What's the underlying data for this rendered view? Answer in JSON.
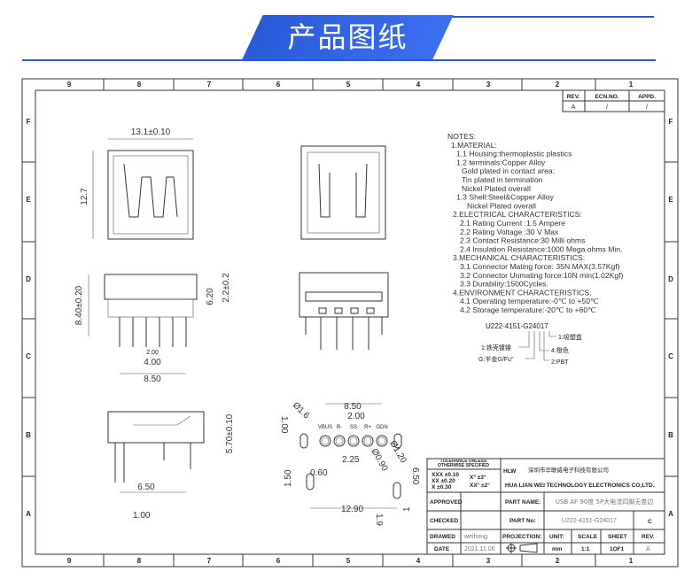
{
  "banner": {
    "title": "产品图纸",
    "accent": "#2a5bd7"
  },
  "grid": {
    "columns": [
      "9",
      "8",
      "7",
      "6",
      "5",
      "4",
      "3",
      "2",
      "1"
    ],
    "rows": [
      "F",
      "E",
      "D",
      "C",
      "B",
      "A"
    ]
  },
  "revision_table": {
    "headers": [
      "REV.",
      "ECN.NO.",
      "APPD."
    ],
    "row": [
      "A",
      "/",
      "/"
    ]
  },
  "notes": [
    "NOTES:",
    "1.MATERIAL:",
    "1.1 Housing:thermoplastic plastics",
    "1.2 terminals:Copper Alloy",
    "Gold plated in contact area:",
    "Tin plated in termination",
    "Nickel Plated overall",
    "1.3 Shell:Steel&Copper Alloy",
    "Nickel Plated overall",
    "2.ELECTRICAL CHARACTERISTICS:",
    "2.1 Rating Current :1.5 Ampere",
    "2.2 Rating Voltage :30 V Max",
    "2.3 Contact Resistance:30 Milli ohms",
    "2.4 Insulation Resistance:1000 Mega ohms Min.",
    "3.MECHANICAL CHARACTERISTICS:",
    "3.1 Connector Mating force: 35N MAX(3.57Kgf)",
    "3.2 Connector Unmating force:10N min(1.02Kgf)",
    "3.3 Durability:1500Cycles.",
    "4.ENVIRONMENT CHARACTERISTICS:",
    "4.1 Operating temperature:-0℃ to +50℃",
    "4.2 Storage temperature:-20℃ to +60℃"
  ],
  "part_code": {
    "code": "U222-4151-G24017",
    "callouts": [
      "1:吸塑盒",
      "1:铁壳镀镍",
      "4:橙色",
      "G:半金G/Fu\"",
      "2:PBT"
    ]
  },
  "dimensions": {
    "top_width": "13.1±0.10",
    "top_height": "12.7",
    "front_height": "8.40±0.20",
    "front_pin": "6.20",
    "front_pin_tol": "2.2±0.2",
    "pitch_small": "2.00",
    "pitch": "4.00",
    "width_850": "8.50",
    "side_height": "5.70±0.10",
    "side_650": "6.50",
    "side_100": "1.00",
    "fp_850": "8.50",
    "fp_200": "2.00",
    "fp_d16": "Ø1.6",
    "fp_100": "1.00",
    "fp_225": "2.25",
    "fp_d090": "Ø0.90",
    "fp_d120": "Ø1.20",
    "fp_650": "6.50",
    "fp_060": "0.60",
    "fp_150": "1.50",
    "fp_1290": "12.90",
    "fp_19": "1.9",
    "fp_1": "1",
    "pins": [
      "VBUS",
      "R-",
      "SS",
      "R+",
      "GDN"
    ]
  },
  "title_block": {
    "tolerance_title": "TOLERANCE UNLESS OTHERWISE SPECIFIED",
    "tol_lines": [
      "XXX ±0.10",
      "XX ±0.20",
      "X ±0.30"
    ],
    "ang_lines": [
      "X° ±3°",
      "XX° ±2°"
    ],
    "logo": "HLW",
    "company_cn": "深圳市华联威电子科技有限公司",
    "company_en": "HUA LIAN WEI TECHNOLOGY ELECTRONICS CO;LTD.",
    "approved_label": "APPROVED",
    "checked_label": "CHECKED",
    "drawed_label": "DRAWED",
    "drawed_value": "weihong",
    "date_label": "DATE",
    "date_value": "2021.11.06",
    "part_name_label": "PART NAME:",
    "part_name_value": "USB AF 90度 5P大电流四脚无卷边",
    "part_no_label": "PART No:",
    "part_no_value": "U222-4151-G24017",
    "part_rev": "C",
    "projection_label": "PROJECTION:",
    "unit_label": "UNIT:",
    "unit_value": "mm",
    "scale_label": "SCALE",
    "scale_value": "1:1",
    "sheet_label": "SHEET",
    "sheet_value": "1OF1",
    "rev_label": "REV.",
    "rev_value": "A"
  }
}
